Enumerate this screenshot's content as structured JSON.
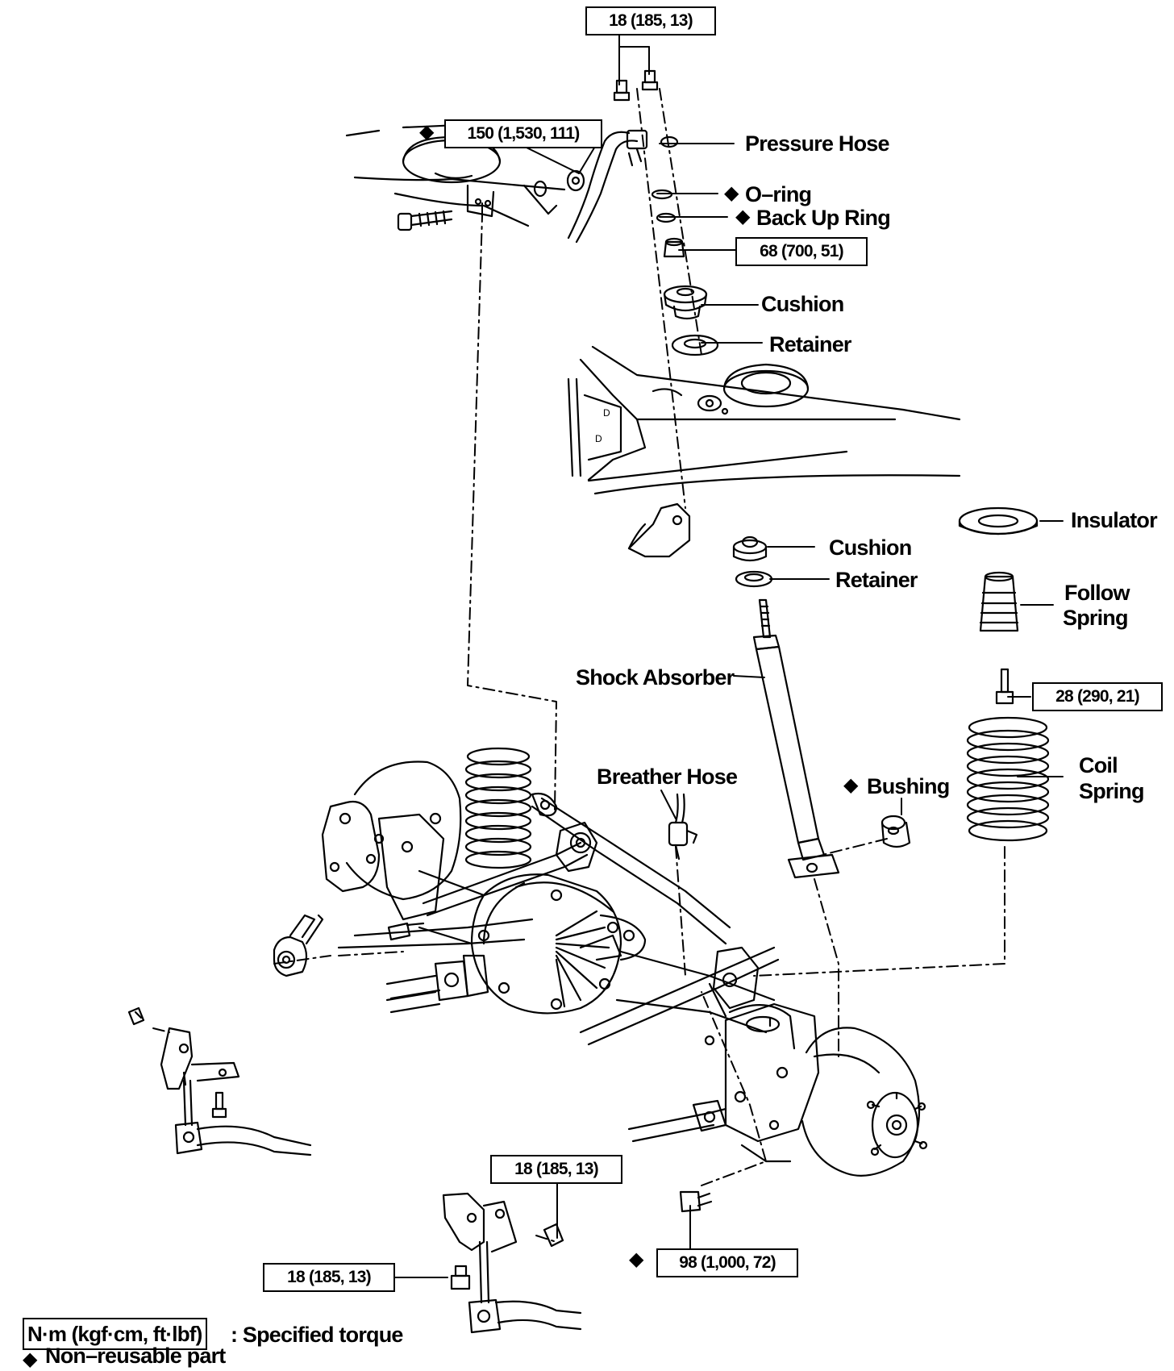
{
  "labels": {
    "pressure_hose": "Pressure Hose",
    "o_ring": "O–ring",
    "back_up_ring": "Back Up Ring",
    "cushion_upper": "Cushion",
    "retainer_upper": "Retainer",
    "cushion_lower": "Cushion",
    "retainer_lower": "Retainer",
    "insulator": "Insulator",
    "follow_spring_1": "Follow",
    "follow_spring_2": "Spring",
    "shock_absorber": "Shock Absorber",
    "breather_hose": "Breather Hose",
    "bushing": "Bushing",
    "coil_spring_1": "Coil",
    "coil_spring_2": "Spring"
  },
  "torques": {
    "top_bolts": "18 (185, 13)",
    "bracket_nut": "150 (1,530, 111)",
    "hose_nut": "68 (700, 51)",
    "spring_bolt": "28 (290, 21)",
    "stabilizer_upper": "18 (185, 13)",
    "stabilizer_lower": "18 (185, 13)",
    "shock_lower_bolt": "98 (1,000, 72)"
  },
  "legend": {
    "unit_box": "N·m (kgf·cm, ft·lbf)",
    "unit_desc": ": Specified torque",
    "diamond_desc": "Non–reusable part"
  },
  "symbols": {
    "non_reusable": "◆"
  }
}
